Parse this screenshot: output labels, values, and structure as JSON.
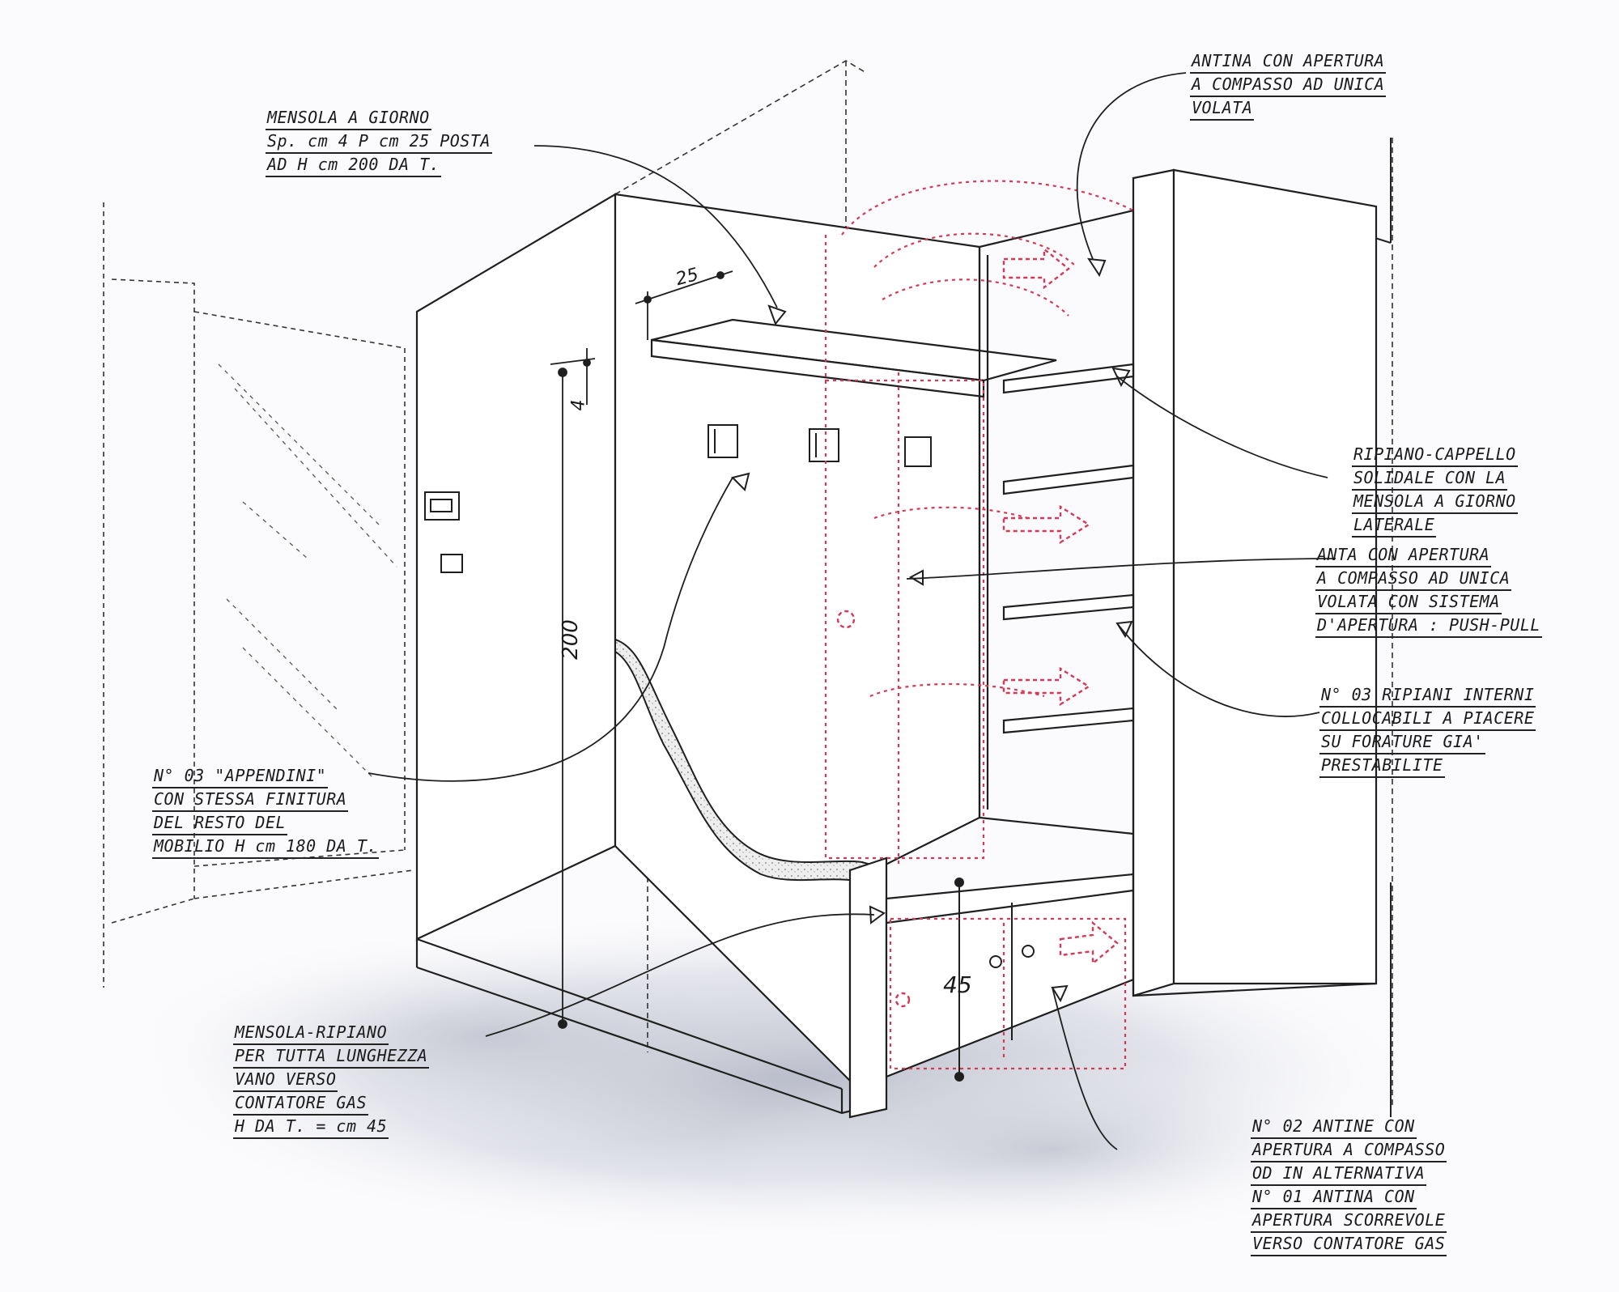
{
  "notes": {
    "mensola_giorno": [
      "MENSOLA A GIORNO",
      "Sp. cm 4 P cm 25 POSTA",
      "AD H cm 200 DA T."
    ],
    "antina_top": [
      "ANTINA CON APERTURA",
      "A COMPASSO AD UNICA",
      "VOLATA"
    ],
    "ripiano_cappello": [
      "RIPIANO-CAPPELLO",
      "SOLIDALE CON LA",
      "MENSOLA A GIORNO",
      "LATERALE"
    ],
    "anta": [
      "ANTA CON APERTURA",
      "A COMPASSO AD UNICA",
      "VOLATA CON SISTEMA",
      "D'APERTURA : PUSH-PULL"
    ],
    "ripiani_interni": [
      "N° 03 RIPIANI INTERNI",
      "COLLOCABILI A PIACERE",
      "SU FORATURE GIA'",
      "PRESTABILITE"
    ],
    "appendini": [
      "N° 03 \"APPENDINI\"",
      "CON STESSA FINITURA",
      "DEL RESTO DEL",
      "MOBILIO H cm 180 DA T."
    ],
    "mensola_ripiano": [
      "MENSOLA-RIPIANO",
      "PER TUTTA LUNGHEZZA",
      "VANO VERSO",
      "CONTATORE GAS",
      "H DA T. = cm 45"
    ],
    "antine_bottom": [
      "N° 02 ANTINE CON",
      "APERTURA A COMPASSO",
      "OD IN ALTERNATIVA",
      "N° 01 ANTINA CON",
      "APERTURA SCORREVOLE",
      "VERSO CONTATORE GAS"
    ]
  },
  "dimensions": {
    "depth": "25",
    "thickness": "4",
    "height": "200",
    "bench_height": "45"
  },
  "colors": {
    "ink": "#1f1f1f",
    "red": "#d23a55",
    "shadow": "#b9bccb"
  }
}
